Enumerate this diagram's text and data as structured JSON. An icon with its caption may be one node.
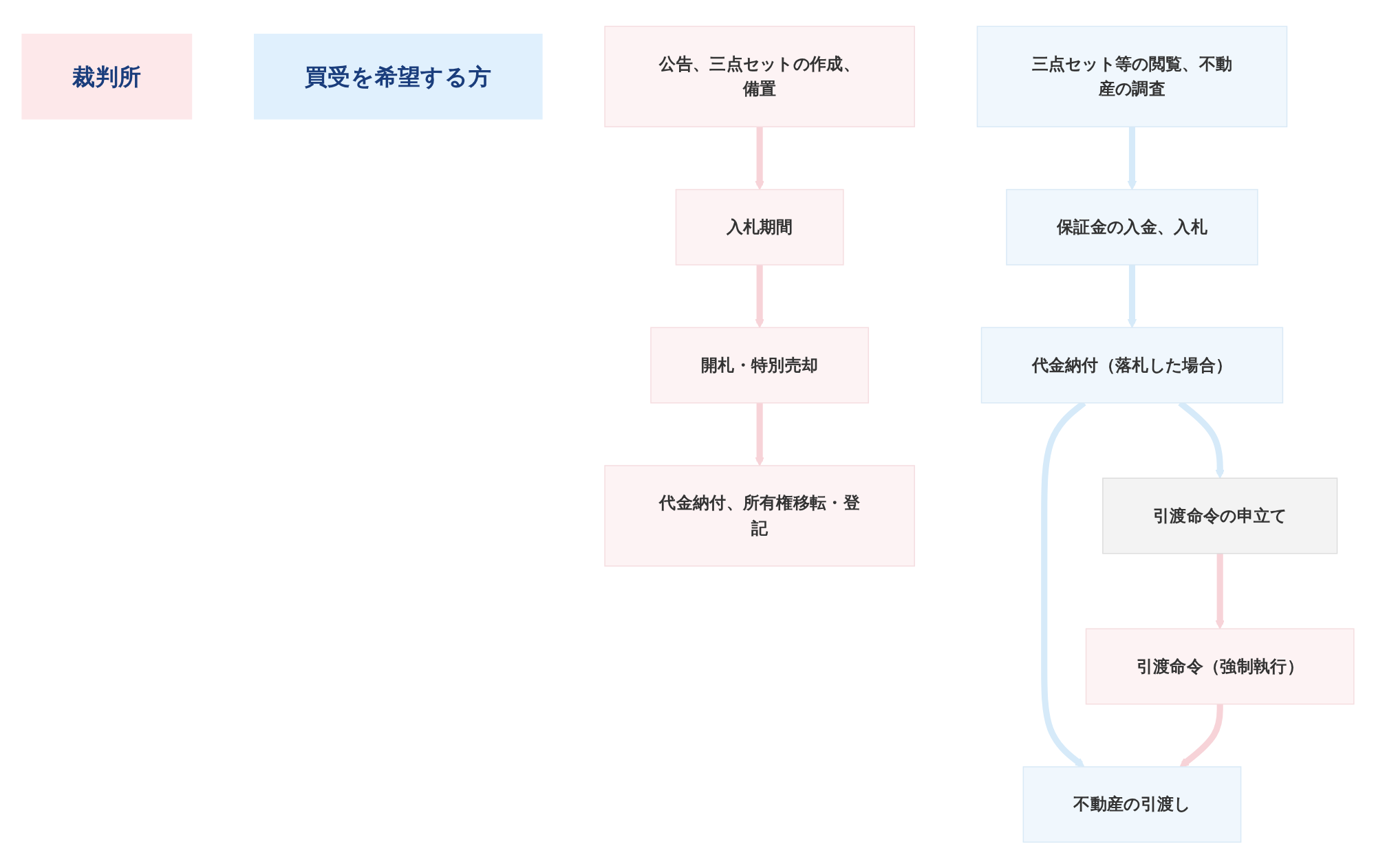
{
  "diagram": {
    "nodes": [
      {
        "text": [
          "裁判所"
        ]
      },
      {
        "text": [
          "買受を希望する方"
        ]
      },
      {
        "text": [
          "公告、三点セットの作成、備置"
        ]
      },
      {
        "text": [
          "三点セット等の閲覧、不動産の調査"
        ]
      },
      {
        "text": [
          "入札期間"
        ]
      },
      {
        "text": [
          "保証金の入金、入札"
        ]
      },
      {
        "text": [
          "開札・特別売却"
        ]
      },
      {
        "text": [
          "代金納付、所有権移転・登記"
        ]
      },
      {
        "text": [
          "代金納付（落札した場合）"
        ]
      },
      {
        "text": [
          "引渡命令の申立て"
        ]
      },
      {
        "text": [
          "引渡命令（強制執行）"
        ]
      },
      {
        "text": [
          "不動産の引渡し"
        ]
      }
    ],
    "edges": [
      {
        "from": 2,
        "to": 4,
        "arrow": "to"
      },
      {
        "from": 4,
        "to": 6,
        "arrow": "to"
      },
      {
        "from": 6,
        "to": 7,
        "arrow": "to"
      },
      {
        "from": 3,
        "to": 5,
        "arrow": "to",
        "color": "#d6eaf9"
      },
      {
        "from": 5,
        "to": 8,
        "arrow": "to",
        "color": "#d6eaf9"
      },
      {
        "from": 8,
        "to": 9,
        "arrow": "to",
        "color": "#d6eaf9"
      },
      {
        "from": 8,
        "to": 11,
        "arrow": "to",
        "color": "#d6eaf9"
      },
      {
        "from": 9,
        "to": 10,
        "arrow": "to"
      },
      {
        "from": 10,
        "to": 11,
        "arrow": "to"
      }
    ]
  }
}
